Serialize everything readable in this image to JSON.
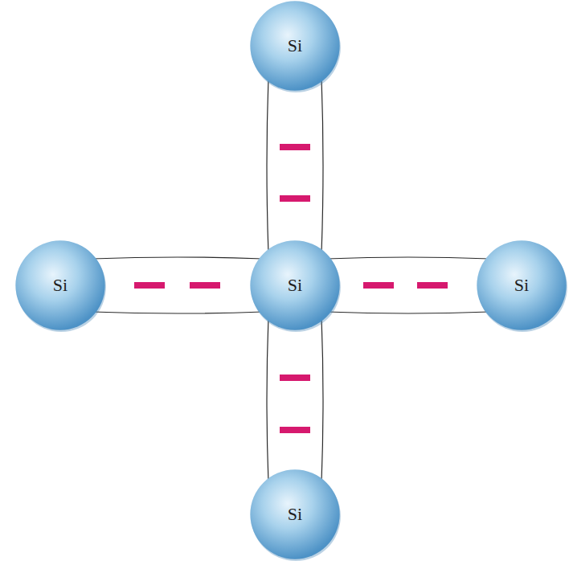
{
  "diagram": {
    "nodes": [
      {
        "text": [
          "Si"
        ]
      },
      {
        "text": [
          "Si"
        ]
      },
      {
        "text": [
          "Si"
        ]
      },
      {
        "text": [
          "Si"
        ]
      },
      {
        "text": [
          "Si"
        ]
      }
    ],
    "edges": [
      {
        "from": 2,
        "to": 0,
        "arrow": "none"
      },
      {
        "from": 2,
        "to": 1,
        "arrow": "none"
      },
      {
        "from": 2,
        "to": 3,
        "arrow": "none"
      },
      {
        "from": 2,
        "to": 4,
        "arrow": "none"
      }
    ]
  }
}
